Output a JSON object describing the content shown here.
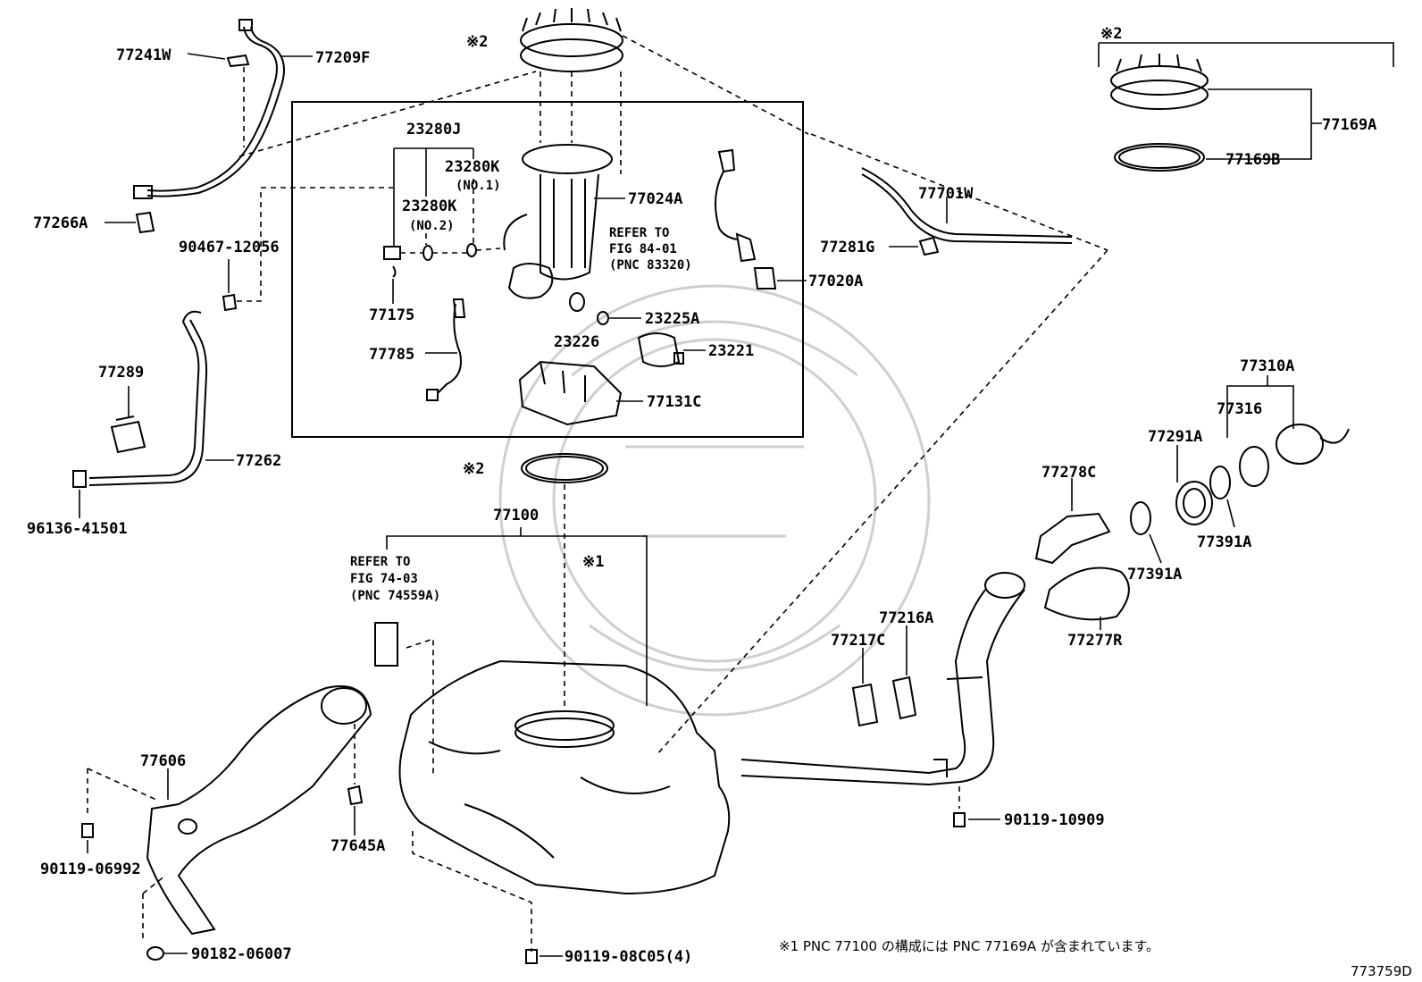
{
  "labels": {
    "p77241W": "77241W",
    "p77209F": "77209F",
    "ref2_top": "※2",
    "ref2_right": "※2",
    "ref2_gasket": "※2",
    "ref1": "※1",
    "p77169A": "77169A",
    "p77169B": "77169B",
    "p23280J": "23280J",
    "p23280K1": "23280K",
    "no1": "(NO.1)",
    "p23280K2": "23280K",
    "no2": "(NO.2)",
    "p77024A": "77024A",
    "p77266A": "77266A",
    "p90467": "90467-12056",
    "refer84_1": "REFER TO",
    "refer84_2": "FIG 84-01",
    "refer84_3": "(PNC 83320)",
    "p77701W": "77701W",
    "p77281G": "77281G",
    "p77020A": "77020A",
    "p77175": "77175",
    "p23225A": "23225A",
    "p23226": "23226",
    "p23221": "23221",
    "p77785": "77785",
    "p77289": "77289",
    "p77131C": "77131C",
    "p77262": "77262",
    "p96136": "96136-41501",
    "p77310A": "77310A",
    "p77316": "77316",
    "p77291A": "77291A",
    "p77278C": "77278C",
    "p77391A_1": "77391A",
    "p77391A_2": "77391A",
    "p77100": "77100",
    "refer74_1": "REFER TO",
    "refer74_2": "FIG 74-03",
    "refer74_3": "(PNC 74559A)",
    "p77216A": "77216A",
    "p77217C": "77217C",
    "p77277R": "77277R",
    "p77606": "77606",
    "p77645A": "77645A",
    "p90119_06992": "90119-06992",
    "p90182": "90182-06007",
    "p90119_08C05": "90119-08C05(4)",
    "p90119_10909": "90119-10909"
  },
  "footnote": "※1 PNC 77100 の構成には PNC 77169A が含まれています。",
  "figure_code": "773759D"
}
